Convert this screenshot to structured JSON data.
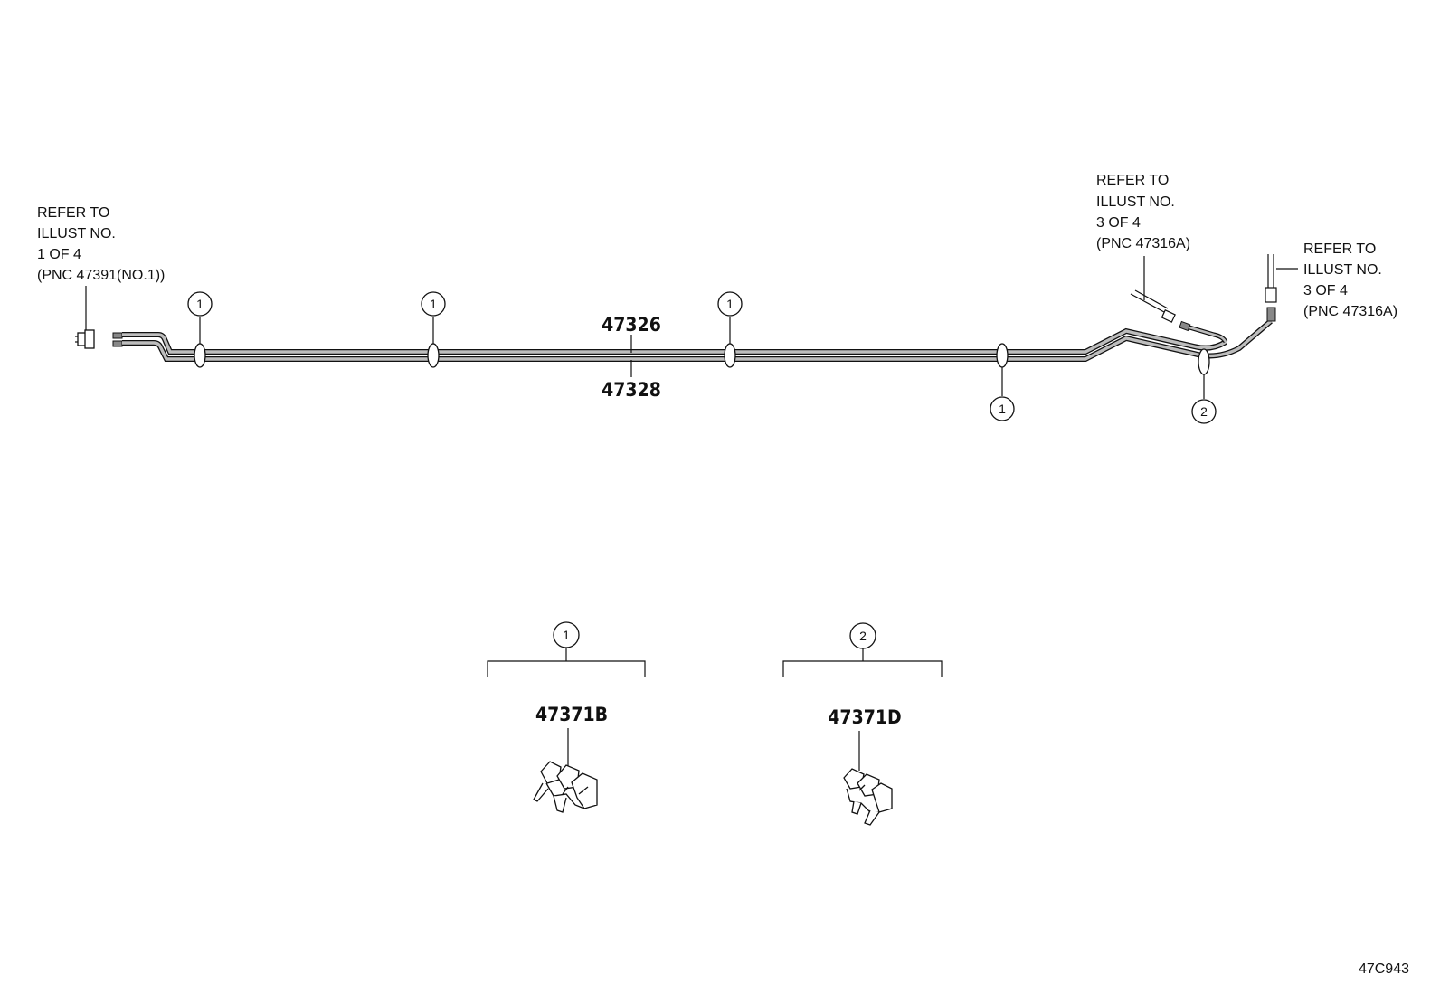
{
  "references": {
    "left": [
      "REFER TO",
      "ILLUST NO.",
      "1 OF 4",
      "(PNC 47391(NO.1))"
    ],
    "upper_right": [
      "REFER TO",
      "ILLUST NO.",
      "3 OF 4",
      "(PNC 47316A)"
    ],
    "far_right": [
      "REFER TO",
      "ILLUST NO.",
      "3 OF 4",
      "(PNC 47316A)"
    ]
  },
  "parts": {
    "tube_upper": "47326",
    "tube_lower": "47328",
    "clamp_1": "47371B",
    "clamp_2": "47371D"
  },
  "callouts": {
    "one": "1",
    "two": "2"
  },
  "illustration_code": "47C943",
  "colors": {
    "ink": "#111111",
    "pipe_fill": "#bdbdbd"
  }
}
